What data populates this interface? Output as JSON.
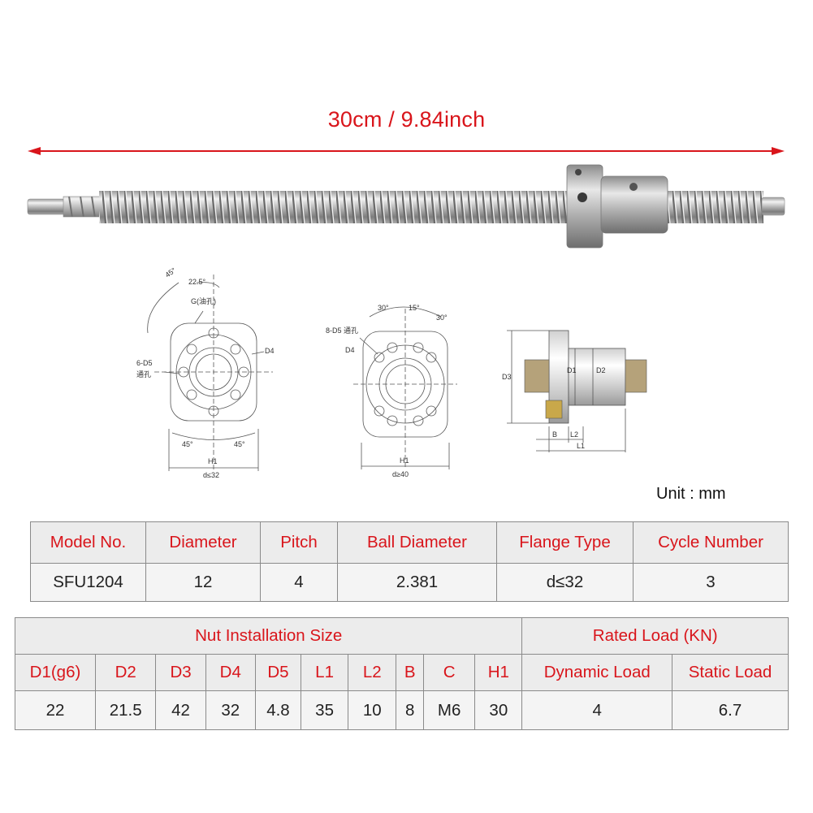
{
  "header": {
    "length_label": "30cm / 9.84inch",
    "accent_color": "#d9151b"
  },
  "drawings": {
    "flange_round": {
      "angle_top": "45°",
      "angle_mid": "22.5°",
      "hole_label": "G(油孔)",
      "holes_label": "6-D5",
      "through_label": "通孔",
      "d4_label": "D4",
      "angle_bl": "45°",
      "angle_br": "45°",
      "h1_label": "H1",
      "d_condition": "d≤32"
    },
    "flange_cut": {
      "holes_label": "8-D5 通孔",
      "d4_label": "D4",
      "angle_1": "30°",
      "angle_2": "15°",
      "angle_3": "30°",
      "h1_label": "H1",
      "d_condition": "d≥40"
    },
    "side_view": {
      "d3_label": "D3",
      "d1_label": "D1",
      "d2_label": "D2",
      "b_label": "B",
      "l2_label": "L2",
      "l1_label": "L1"
    }
  },
  "unit_label": "Unit : mm",
  "table1": {
    "headers": [
      "Model No.",
      "Diameter",
      "Pitch",
      "Ball Diameter",
      "Flange Type",
      "Cycle Number"
    ],
    "values": [
      "SFU1204",
      "12",
      "4",
      "2.381",
      "d≤32",
      "3"
    ]
  },
  "table2": {
    "group_nut": "Nut Installation Size",
    "group_load": "Rated Load (KN)",
    "headers": [
      "D1(g6)",
      "D2",
      "D3",
      "D4",
      "D5",
      "L1",
      "L2",
      "B",
      "C",
      "H1",
      "Dynamic Load",
      "Static Load"
    ],
    "values": [
      "22",
      "21.5",
      "42",
      "32",
      "4.8",
      "35",
      "10",
      "8",
      "M6",
      "30",
      "4",
      "6.7"
    ]
  }
}
